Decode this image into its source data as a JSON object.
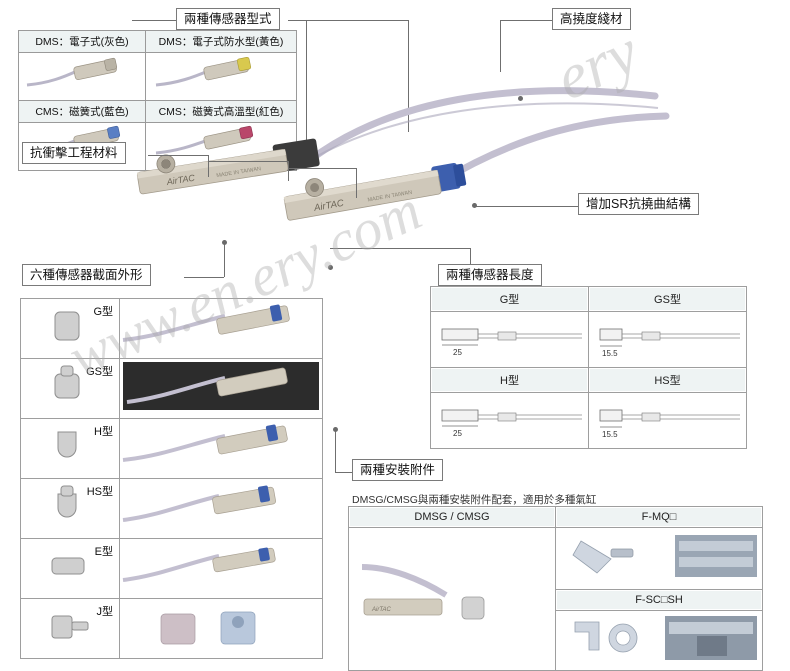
{
  "page": {
    "watermarks": [
      "www.en.ery.com",
      "ery"
    ]
  },
  "callouts": {
    "sensor_types": "兩種傳感器型式",
    "high_flex_cable": "高撓度綫材",
    "impact_material": "抗衝擊工程材料",
    "sr_structure": "增加SR抗撓曲結構",
    "six_shapes": "六種傳感器截面外形",
    "two_lengths": "兩種傳感器長度",
    "two_accessories": "兩種安裝附件"
  },
  "type_table": {
    "headers": [
      "DMS：電子式(灰色)",
      "DMS：電子式防水型(黃色)",
      "CMS：磁簧式(藍色)",
      "CMS：磁簧式高溫型(紅色)"
    ]
  },
  "shapes": {
    "rows": [
      {
        "type": "G型"
      },
      {
        "type": "GS型"
      },
      {
        "type": "H型"
      },
      {
        "type": "HS型"
      },
      {
        "type": "E型"
      },
      {
        "type": "J型"
      }
    ]
  },
  "lengths": {
    "headers": [
      "G型",
      "GS型",
      "H型",
      "HS型"
    ],
    "dims": [
      "25",
      "15.5",
      "25",
      "15.5"
    ]
  },
  "accessories": {
    "note": "DMSG/CMSG與兩種安裝附件配套，適用於多種氣缸",
    "headers": [
      "DMSG / CMSG",
      "F-MQ□",
      "F-SC□SH"
    ]
  },
  "product": {
    "brand": "AirTAC",
    "made_in": "MADE IN TAIWAN"
  }
}
